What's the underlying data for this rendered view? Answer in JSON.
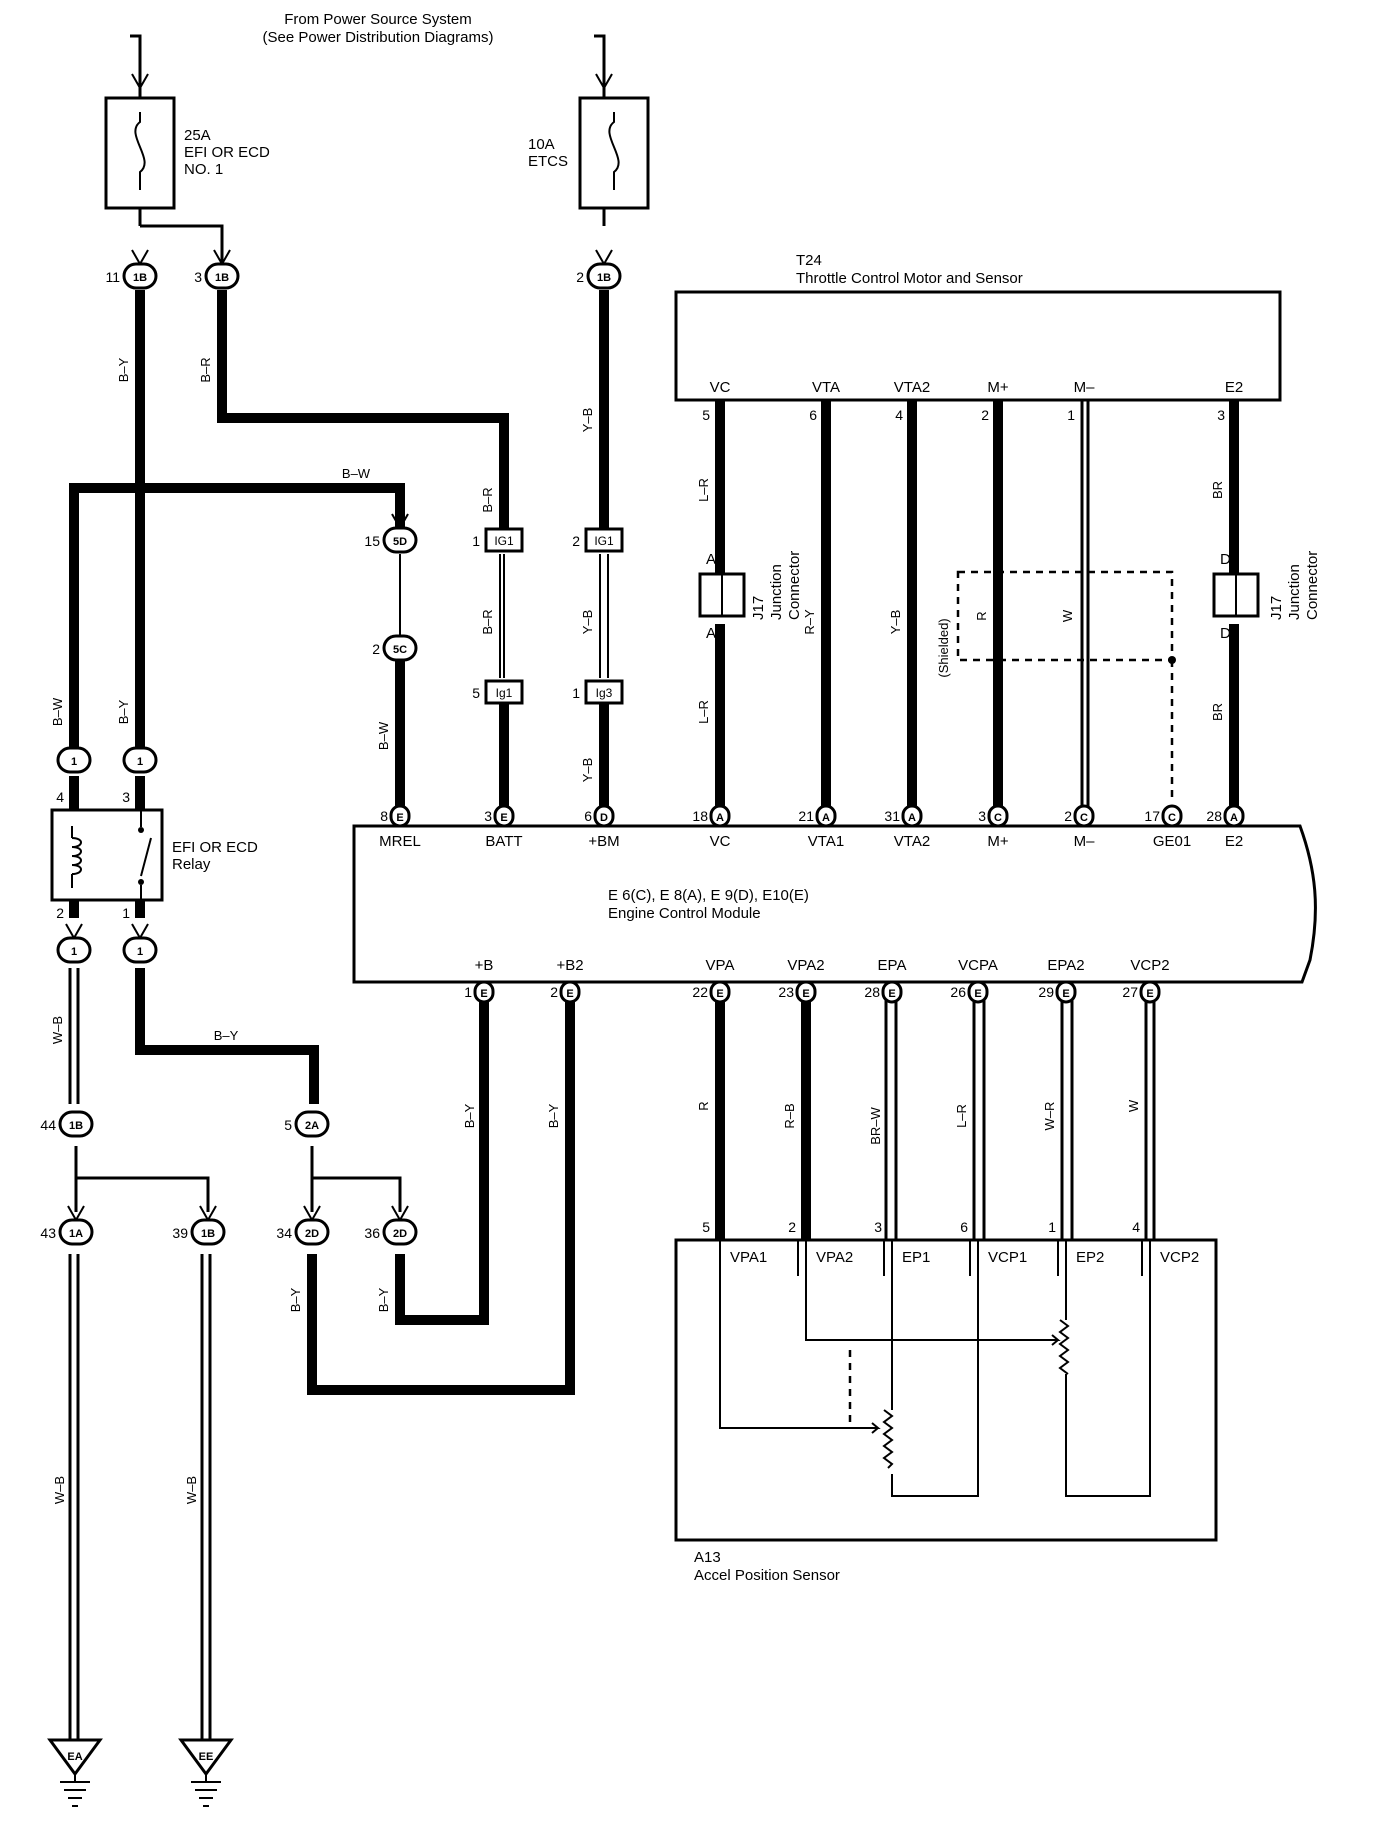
{
  "header": {
    "line1": "From Power Source System",
    "line2": "(See Power Distribution Diagrams)"
  },
  "fuses": {
    "efi": {
      "amp": "25A",
      "name1": "EFI OR ECD",
      "name2": "NO. 1"
    },
    "etcs": {
      "amp": "10A",
      "name1": "ETCS"
    }
  },
  "throttle": {
    "code": "T24",
    "name": "Throttle Control Motor and Sensor",
    "pins": [
      {
        "label": "VC",
        "num": "5"
      },
      {
        "label": "VTA",
        "num": "6"
      },
      {
        "label": "VTA2",
        "num": "4"
      },
      {
        "label": "M+",
        "num": "2"
      },
      {
        "label": "M–",
        "num": "1"
      },
      {
        "label": "E2",
        "num": "3"
      }
    ]
  },
  "j17": {
    "code": "J17",
    "line1": "Junction",
    "line2": "Connector",
    "pin_a": "A",
    "pin_d": "D"
  },
  "relay": {
    "name1": "EFI OR ECD",
    "name2": "Relay",
    "pins": [
      "4",
      "3",
      "2",
      "1"
    ]
  },
  "ecm": {
    "line1": "E 6(C), E 8(A), E 9(D), E10(E)",
    "line2": "Engine Control Module",
    "top_pins": [
      {
        "label": "MREL",
        "num": "8",
        "conn": "E"
      },
      {
        "label": "BATT",
        "num": "3",
        "conn": "E"
      },
      {
        "label": "+BM",
        "num": "6",
        "conn": "D"
      },
      {
        "label": "VC",
        "num": "18",
        "conn": "A"
      },
      {
        "label": "VTA1",
        "num": "21",
        "conn": "A"
      },
      {
        "label": "VTA2",
        "num": "31",
        "conn": "A"
      },
      {
        "label": "M+",
        "num": "3",
        "conn": "C"
      },
      {
        "label": "M–",
        "num": "2",
        "conn": "C"
      },
      {
        "label": "GE01",
        "num": "17",
        "conn": "C"
      },
      {
        "label": "E2",
        "num": "28",
        "conn": "A"
      }
    ],
    "bottom_pins": [
      {
        "label": "+B",
        "num": "1",
        "conn": "E"
      },
      {
        "label": "+B2",
        "num": "2",
        "conn": "E"
      },
      {
        "label": "VPA",
        "num": "22",
        "conn": "E"
      },
      {
        "label": "VPA2",
        "num": "23",
        "conn": "E"
      },
      {
        "label": "EPA",
        "num": "28",
        "conn": "E"
      },
      {
        "label": "VCPA",
        "num": "26",
        "conn": "E"
      },
      {
        "label": "EPA2",
        "num": "29",
        "conn": "E"
      },
      {
        "label": "VCP2",
        "num": "27",
        "conn": "E"
      }
    ]
  },
  "accel": {
    "code": "A13",
    "name": "Accel Position Sensor",
    "pins": [
      {
        "label": "VPA1",
        "num": "5"
      },
      {
        "label": "VPA2",
        "num": "2"
      },
      {
        "label": "EP1",
        "num": "3"
      },
      {
        "label": "VCP1",
        "num": "6"
      },
      {
        "label": "EP2",
        "num": "1"
      },
      {
        "label": "VCP2",
        "num": "4"
      }
    ]
  },
  "connectors": {
    "c1": {
      "num": "11",
      "code": "1B"
    },
    "c2": {
      "num": "3",
      "code": "1B"
    },
    "c3": {
      "num": "2",
      "code": "1B"
    },
    "c4": {
      "num": "15",
      "code": "5D"
    },
    "c5": {
      "num": "2",
      "code": "5C"
    },
    "c6": {
      "num": "1",
      "code": "IG1"
    },
    "c7": {
      "num": "5",
      "code": "Ig1"
    },
    "c8": {
      "num": "2",
      "code": "IG1"
    },
    "c9": {
      "num": "1",
      "code": "Ig3"
    },
    "c10": {
      "code": "1"
    },
    "c11": {
      "code": "1"
    },
    "c12": {
      "code": "1"
    },
    "c13": {
      "code": "1"
    },
    "c14": {
      "num": "44",
      "code": "1B"
    },
    "c15": {
      "num": "5",
      "code": "2A"
    },
    "c16": {
      "num": "43",
      "code": "1A"
    },
    "c17": {
      "num": "39",
      "code": "1B"
    },
    "c18": {
      "num": "34",
      "code": "2D"
    },
    "c19": {
      "num": "36",
      "code": "2D"
    }
  },
  "grounds": {
    "g1": "EA",
    "g2": "EE"
  },
  "wire_colors": {
    "by1": "B–Y",
    "br1": "B–R",
    "yb1": "Y–B",
    "bw1": "B–W",
    "br2": "B–R",
    "br3": "B–R",
    "yb2": "Y–B",
    "yb3": "Y–B",
    "lr1": "L–R",
    "lr2": "L–R",
    "ry": "R–Y",
    "yb4": "Y–B",
    "r1": "R",
    "w1": "W",
    "shielded": "(Shielded)",
    "br4": "BR",
    "br5": "BR",
    "bw2": "B–W",
    "by2": "B–Y",
    "bw3": "B–W",
    "wb1": "W–B",
    "by3": "B–Y",
    "by4": "B–Y",
    "by5": "B–Y",
    "r2": "R",
    "rb": "R–B",
    "brw": "BR–W",
    "lr3": "L–R",
    "wr": "W–R",
    "w2": "W",
    "by6": "B–Y",
    "by7": "B–Y",
    "wb2": "W–B",
    "wb3": "W–B"
  }
}
